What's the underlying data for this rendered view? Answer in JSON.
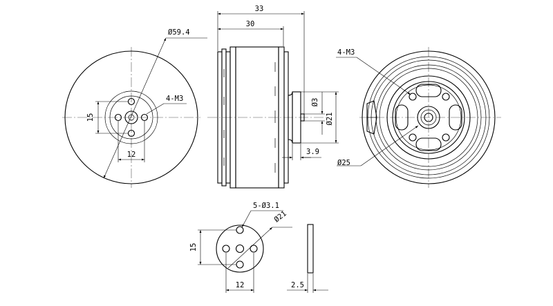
{
  "labels": {
    "front_dia": "Ø59.4",
    "front_thread": "4-M3",
    "front_v": "15",
    "front_h": "12",
    "side_overall": "33",
    "side_body": "30",
    "side_shaft_dia": "Ø3",
    "side_boss_dia": "Ø21",
    "side_boss_len": "3.9",
    "rear_thread": "4-M3",
    "rear_dia": "Ø25",
    "plate_holes": "5-Ø3.1",
    "plate_dia": "Ø21",
    "plate_v": "15",
    "plate_h": "12",
    "plate_thick": "2.5"
  }
}
